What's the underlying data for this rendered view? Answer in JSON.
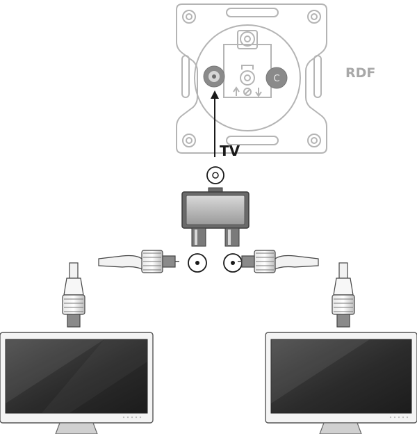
{
  "labels": {
    "rdf": "RDF",
    "tv": "TV",
    "wall_c": "C"
  },
  "colors": {
    "plate_stroke": "#b4b4b4",
    "line_dark": "#1a1a1a",
    "connector_gray": "#7a7a7a",
    "rdf_text": "#a8a8a8",
    "screen_dark": "#2a2a2a"
  },
  "icons": [
    "wall-socket-icon",
    "coax-splitter-icon",
    "coax-plug-icon",
    "tv-monitor-icon",
    "arrow-up-icon"
  ]
}
